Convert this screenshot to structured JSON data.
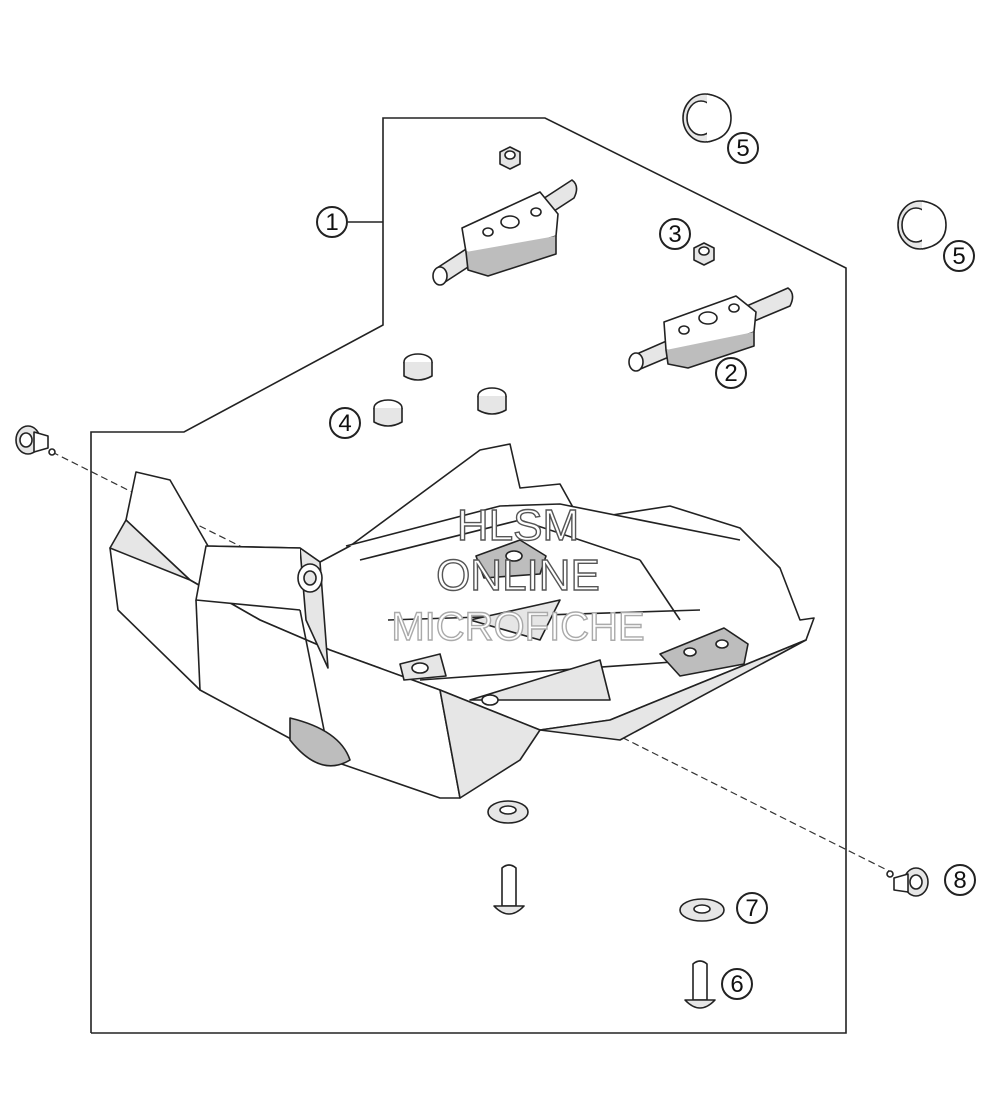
{
  "callouts": [
    {
      "id": "1",
      "label": "1"
    },
    {
      "id": "2",
      "label": "2"
    },
    {
      "id": "3",
      "label": "3"
    },
    {
      "id": "4",
      "label": "4"
    },
    {
      "id": "5a",
      "label": "5"
    },
    {
      "id": "5b",
      "label": "5"
    },
    {
      "id": "6",
      "label": "6"
    },
    {
      "id": "7",
      "label": "7"
    },
    {
      "id": "8",
      "label": "8"
    }
  ],
  "watermark": {
    "line1": "HLSM",
    "line2": "ONLINE",
    "line3": "MICROFICHE"
  }
}
